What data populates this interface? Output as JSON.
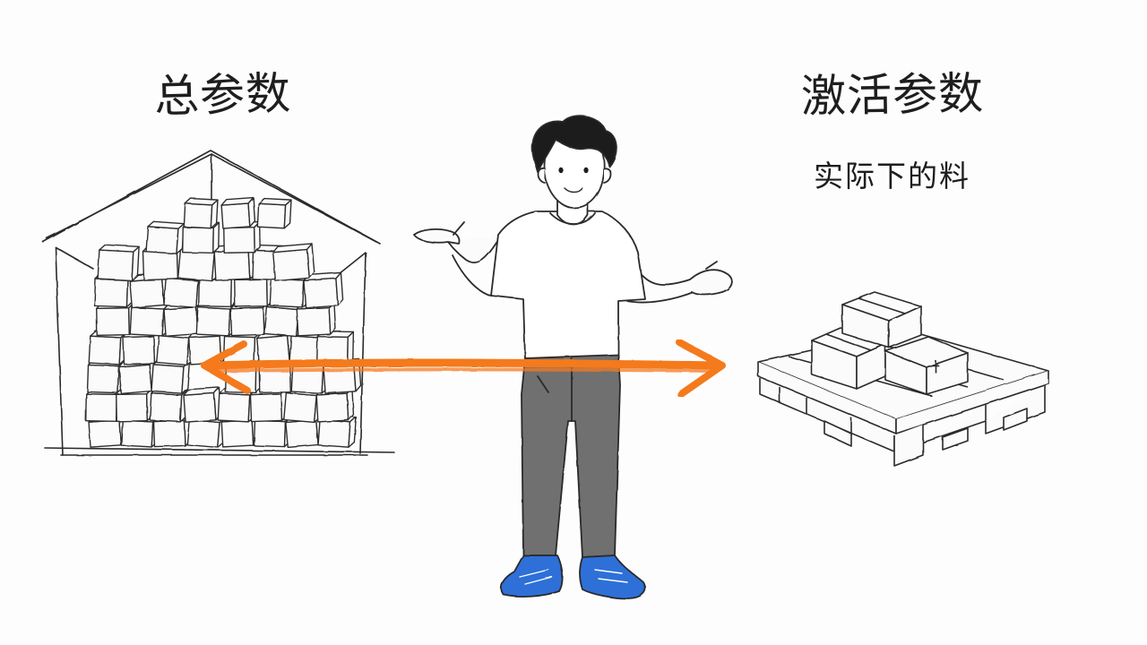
{
  "left": {
    "title": "总参数"
  },
  "right": {
    "title": "激活参数",
    "subtitle": "实际下的料"
  },
  "colors": {
    "background": "#fdfdfd",
    "ink": "#2a2a2a",
    "arrow": "#f47a1f",
    "pants": "#6f6f6f",
    "shoes": "#2e6fd8"
  },
  "icons": [
    "warehouse-icon",
    "cardboard-box-icon",
    "pallet-icon",
    "person-icon",
    "double-headed-arrow-icon"
  ]
}
